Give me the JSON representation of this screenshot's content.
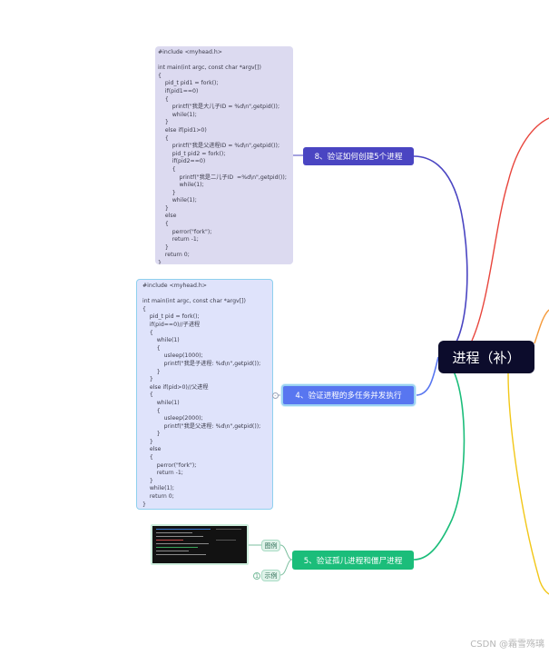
{
  "root": {
    "label": "进程（补）"
  },
  "branches": {
    "b8": {
      "label": "8、验证如何创建5个进程"
    },
    "b4": {
      "label": "4、验证进程的多任务并发执行"
    },
    "b5": {
      "label": "5、验证孤儿进程和僵尸进程"
    }
  },
  "tags": {
    "image_label": "图例",
    "example_label": "示例",
    "example_badge": "1"
  },
  "collapse_symbol": "-",
  "code8": "#include <myhead.h>\n\nint main(int argc, const char *argv[])\n{\n    pid_t pid1 = fork();\n    if(pid1==0)\n    {\n        printf(\"我是大儿子ID = %d\\n\",getpid());\n        while(1);\n    }\n    else if(pid1>0)\n    {\n        printf(\"我是父进程ID = %d\\n\",getpid());\n        pid_t pid2 = fork();\n        if(pid2==0)\n        {\n            printf(\"我是二儿子ID  =%d\\n\",getpid());\n            while(1);\n        }\n        while(1);\n    }\n    else\n    {\n        perror(\"fork\");\n        return -1;\n    }\n    return 0;\n}",
  "code4": "#include <myhead.h>\n\nint main(int argc, const char *argv[])\n{\n    pid_t pid = fork();\n    if(pid==0)//子进程\n    {\n        while(1)\n        {\n            usleep(1000);\n            printf(\"我是子进程: %d\\n\",getpid());\n        }\n    }\n    else if(pid>0)//父进程\n    {\n        while(1)\n        {\n            usleep(2000);\n            printf(\"我是父进程: %d\\n\",getpid());\n        }\n    }\n    else\n    {\n        perror(\"fork\");\n        return -1;\n    }\n    while(1);\n    return 0;\n}",
  "watermark": "CSDN @霜雪殇璃",
  "colors": {
    "branch8": "#4a45c2",
    "branch4": "#5876f0",
    "branch5": "#1bbd7a",
    "red": "#e8453c",
    "orange": "#f59a3a",
    "yellow": "#f2c718",
    "root": "#0c0c2c"
  }
}
